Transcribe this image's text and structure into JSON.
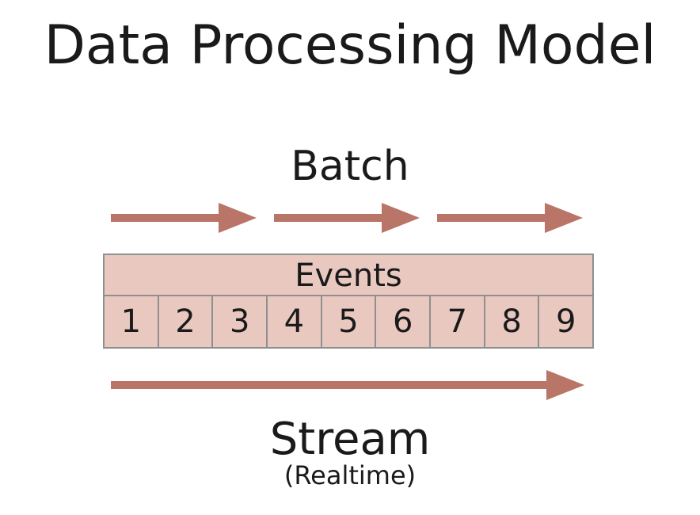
{
  "title": "Data Processing Model",
  "batch_label": "Batch",
  "events_label": "Events",
  "events": [
    "1",
    "2",
    "3",
    "4",
    "5",
    "6",
    "7",
    "8",
    "9"
  ],
  "stream_label": "Stream",
  "stream_sublabel": "(Realtime)",
  "colors": {
    "arrow": "#b97567",
    "box_fill": "#e9c8c0",
    "box_border": "#8f8f8f",
    "text": "#1a1a1a"
  }
}
